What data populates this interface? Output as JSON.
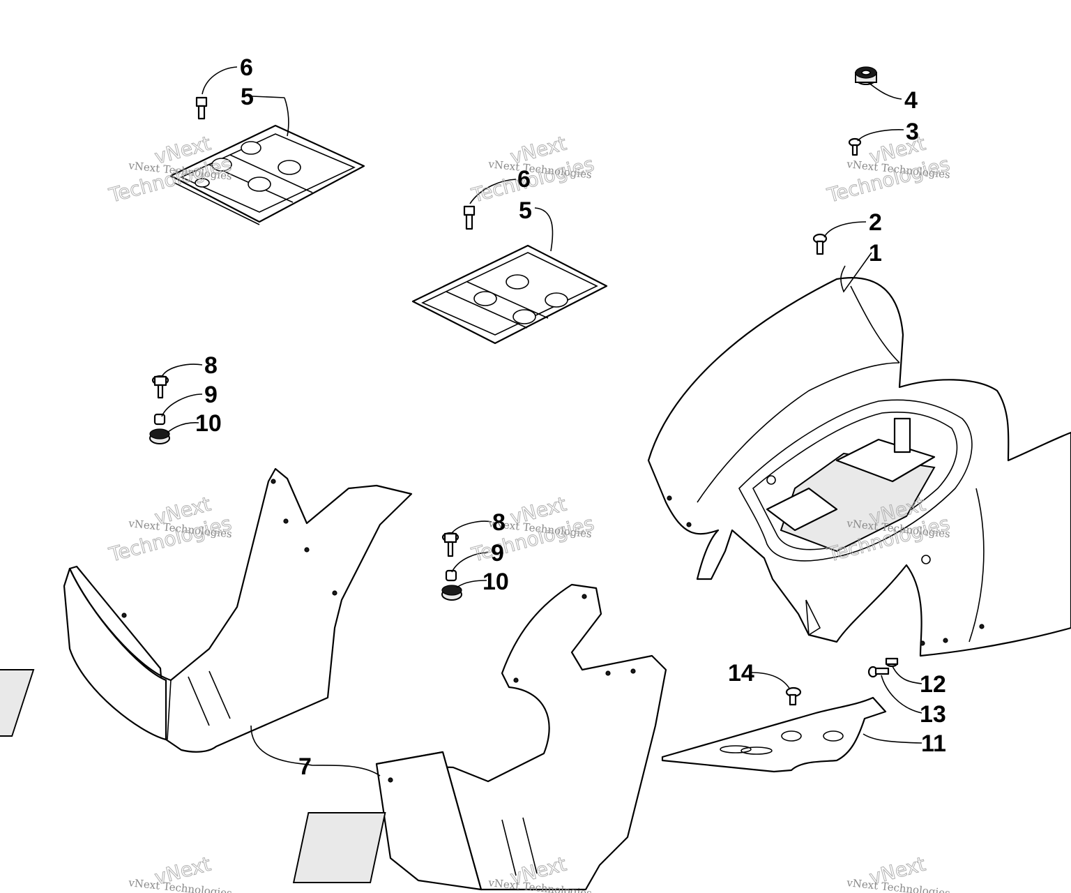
{
  "callouts": [
    "1",
    "2",
    "3",
    "4",
    "5",
    "5",
    "6",
    "6",
    "7",
    "8",
    "8",
    "9",
    "9",
    "10",
    "10",
    "11",
    "12",
    "13",
    "14"
  ],
  "watermark": {
    "line1": "vNext",
    "line2": "vNext Technologies",
    "line3": "Technologies"
  },
  "parts": [
    {
      "id": "1",
      "name": "rear-fender"
    },
    {
      "id": "2",
      "name": "screw"
    },
    {
      "id": "3",
      "name": "screw"
    },
    {
      "id": "4",
      "name": "grommet"
    },
    {
      "id": "5",
      "name": "footrest-plate"
    },
    {
      "id": "6",
      "name": "bolt"
    },
    {
      "id": "7",
      "name": "footwell"
    },
    {
      "id": "8",
      "name": "cap-screw"
    },
    {
      "id": "9",
      "name": "bushing"
    },
    {
      "id": "10",
      "name": "grommet"
    },
    {
      "id": "11",
      "name": "skid-guard"
    },
    {
      "id": "12",
      "name": "nut"
    },
    {
      "id": "13",
      "name": "cap-screw"
    },
    {
      "id": "14",
      "name": "screw"
    }
  ]
}
